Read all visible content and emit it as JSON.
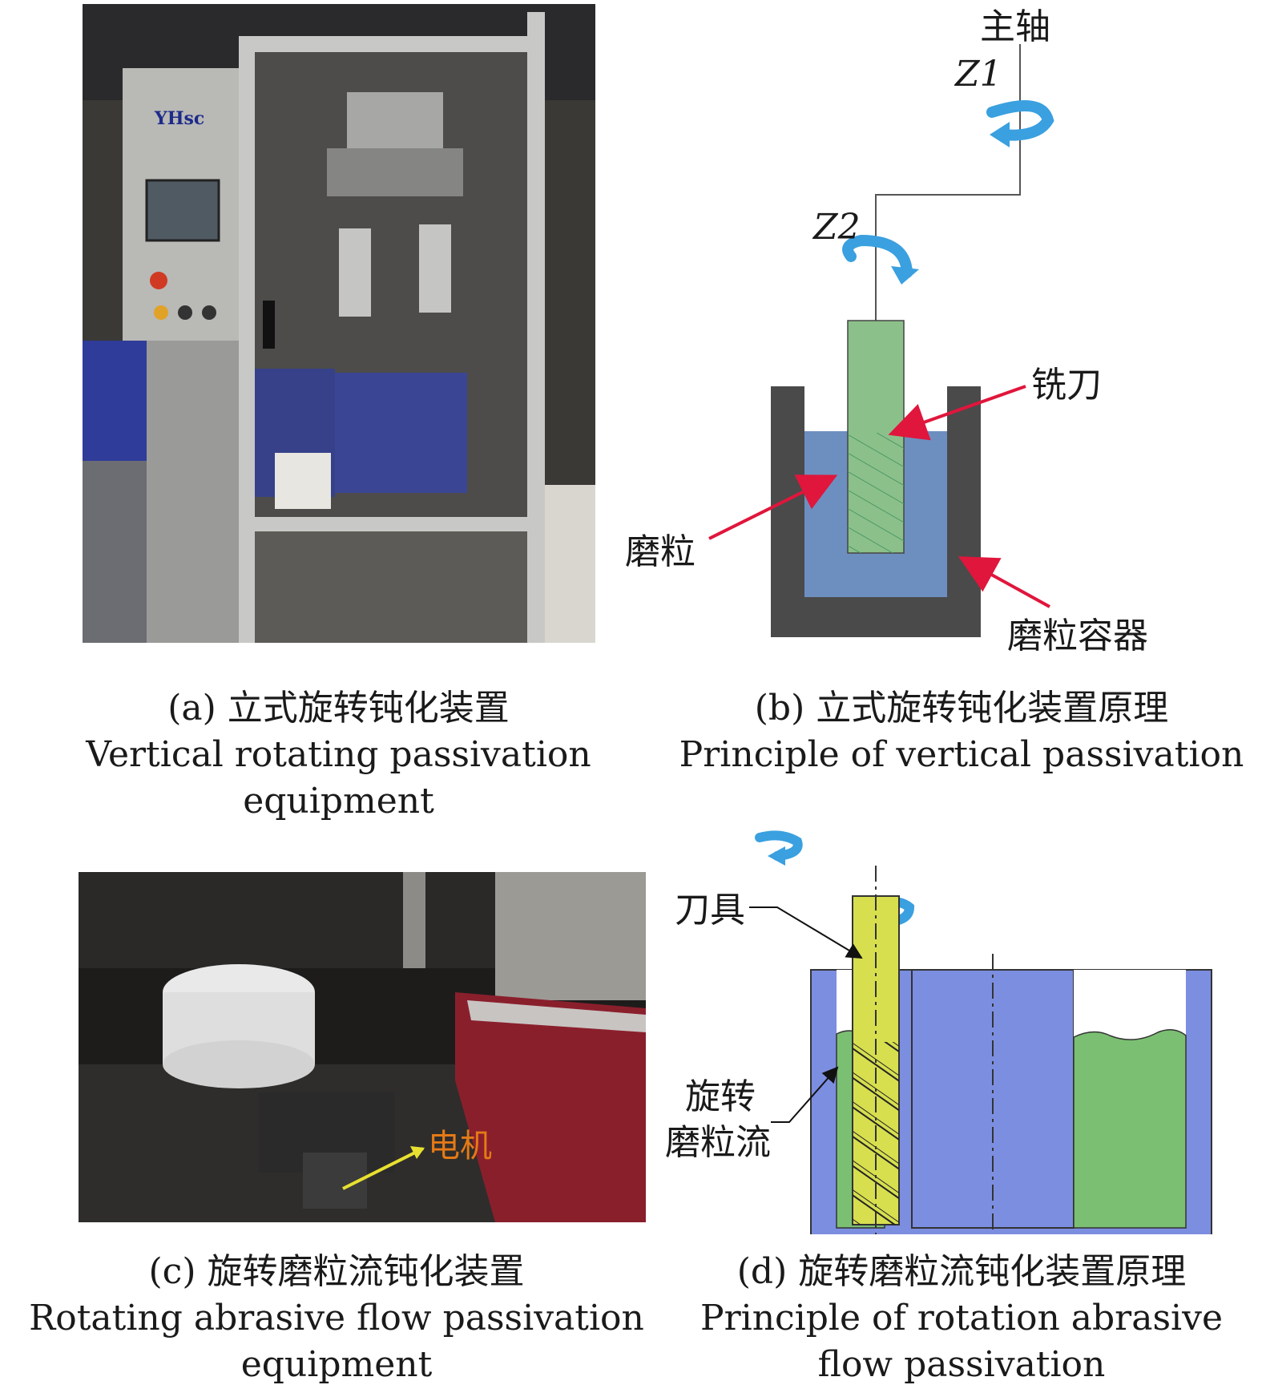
{
  "panels": {
    "a": {
      "caption_zh": "(a) 立式旋转钝化装置",
      "caption_en": "Vertical rotating passivation equipment",
      "logo_text": "YHsc"
    },
    "b": {
      "caption_zh": "(b) 立式旋转钝化装置原理",
      "caption_en": "Principle of vertical passivation",
      "labels": {
        "spindle": "主轴",
        "z1": "Z1",
        "z2": "Z2",
        "milling_cutter": "铣刀",
        "abrasive": "磨粒",
        "container": "磨粒容器"
      }
    },
    "c": {
      "caption_zh": "(c) 旋转磨粒流钝化装置",
      "caption_en": "Rotating abrasive flow passivation equipment",
      "labels": {
        "motor": "电机"
      }
    },
    "d": {
      "caption_zh": "(d) 旋转磨粒流钝化装置原理",
      "caption_en": "Principle of rotation abrasive flow passivation",
      "labels": {
        "tool": "刀具",
        "rotating_line1": "旋转",
        "rotating_line2": "磨粒流"
      }
    }
  },
  "colors": {
    "container_dark": "#4a4a4a",
    "abrasive_blue": "#6d8fbf",
    "cutter_green": "#8cc08a",
    "tool_yellow": "#d7df4f",
    "tank_blue": "#7c8ee0",
    "fluid_green": "#7bbf73",
    "arrow_red": "#e0163c",
    "rotation_blue": "#3aa0e0"
  }
}
